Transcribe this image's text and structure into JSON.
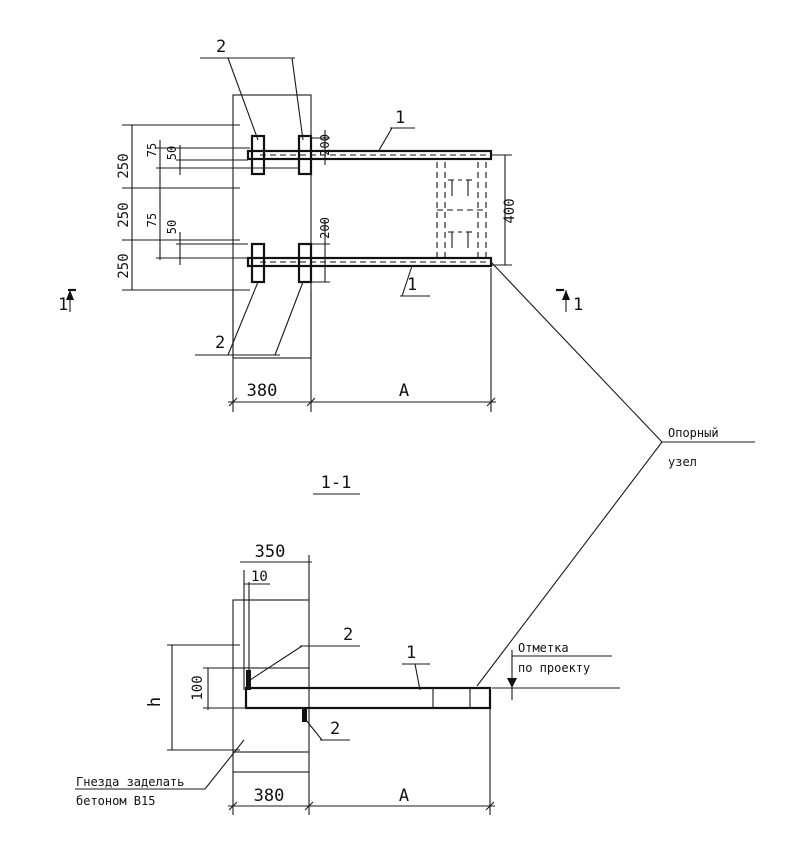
{
  "plan": {
    "dims_left": [
      "250",
      "75",
      "50",
      "250",
      "75",
      "50",
      "250"
    ],
    "dim_200_top": "200",
    "dim_200_bottom": "200",
    "dim_400": "400",
    "wall_width": "380",
    "span": "A",
    "pos_1_top": "1",
    "pos_1_bottom": "1",
    "pos_2_top": "2",
    "pos_2_bottom": "2",
    "section_mark_left": "1",
    "section_mark_right": "1"
  },
  "support_node": {
    "line1": "Опорный",
    "line2": "узел"
  },
  "section": {
    "title": "1-1",
    "dim_350": "350",
    "dim_10": "10",
    "dim_100": "100",
    "dim_h": "h",
    "wall_width": "380",
    "span": "A",
    "pos_1": "1",
    "pos_2_top": "2",
    "pos_2_bottom": "2",
    "level_line1": "Отметка",
    "level_line2": "по проекту",
    "note_line1": "Гнезда заделать",
    "note_line2": "бетоном B15"
  }
}
